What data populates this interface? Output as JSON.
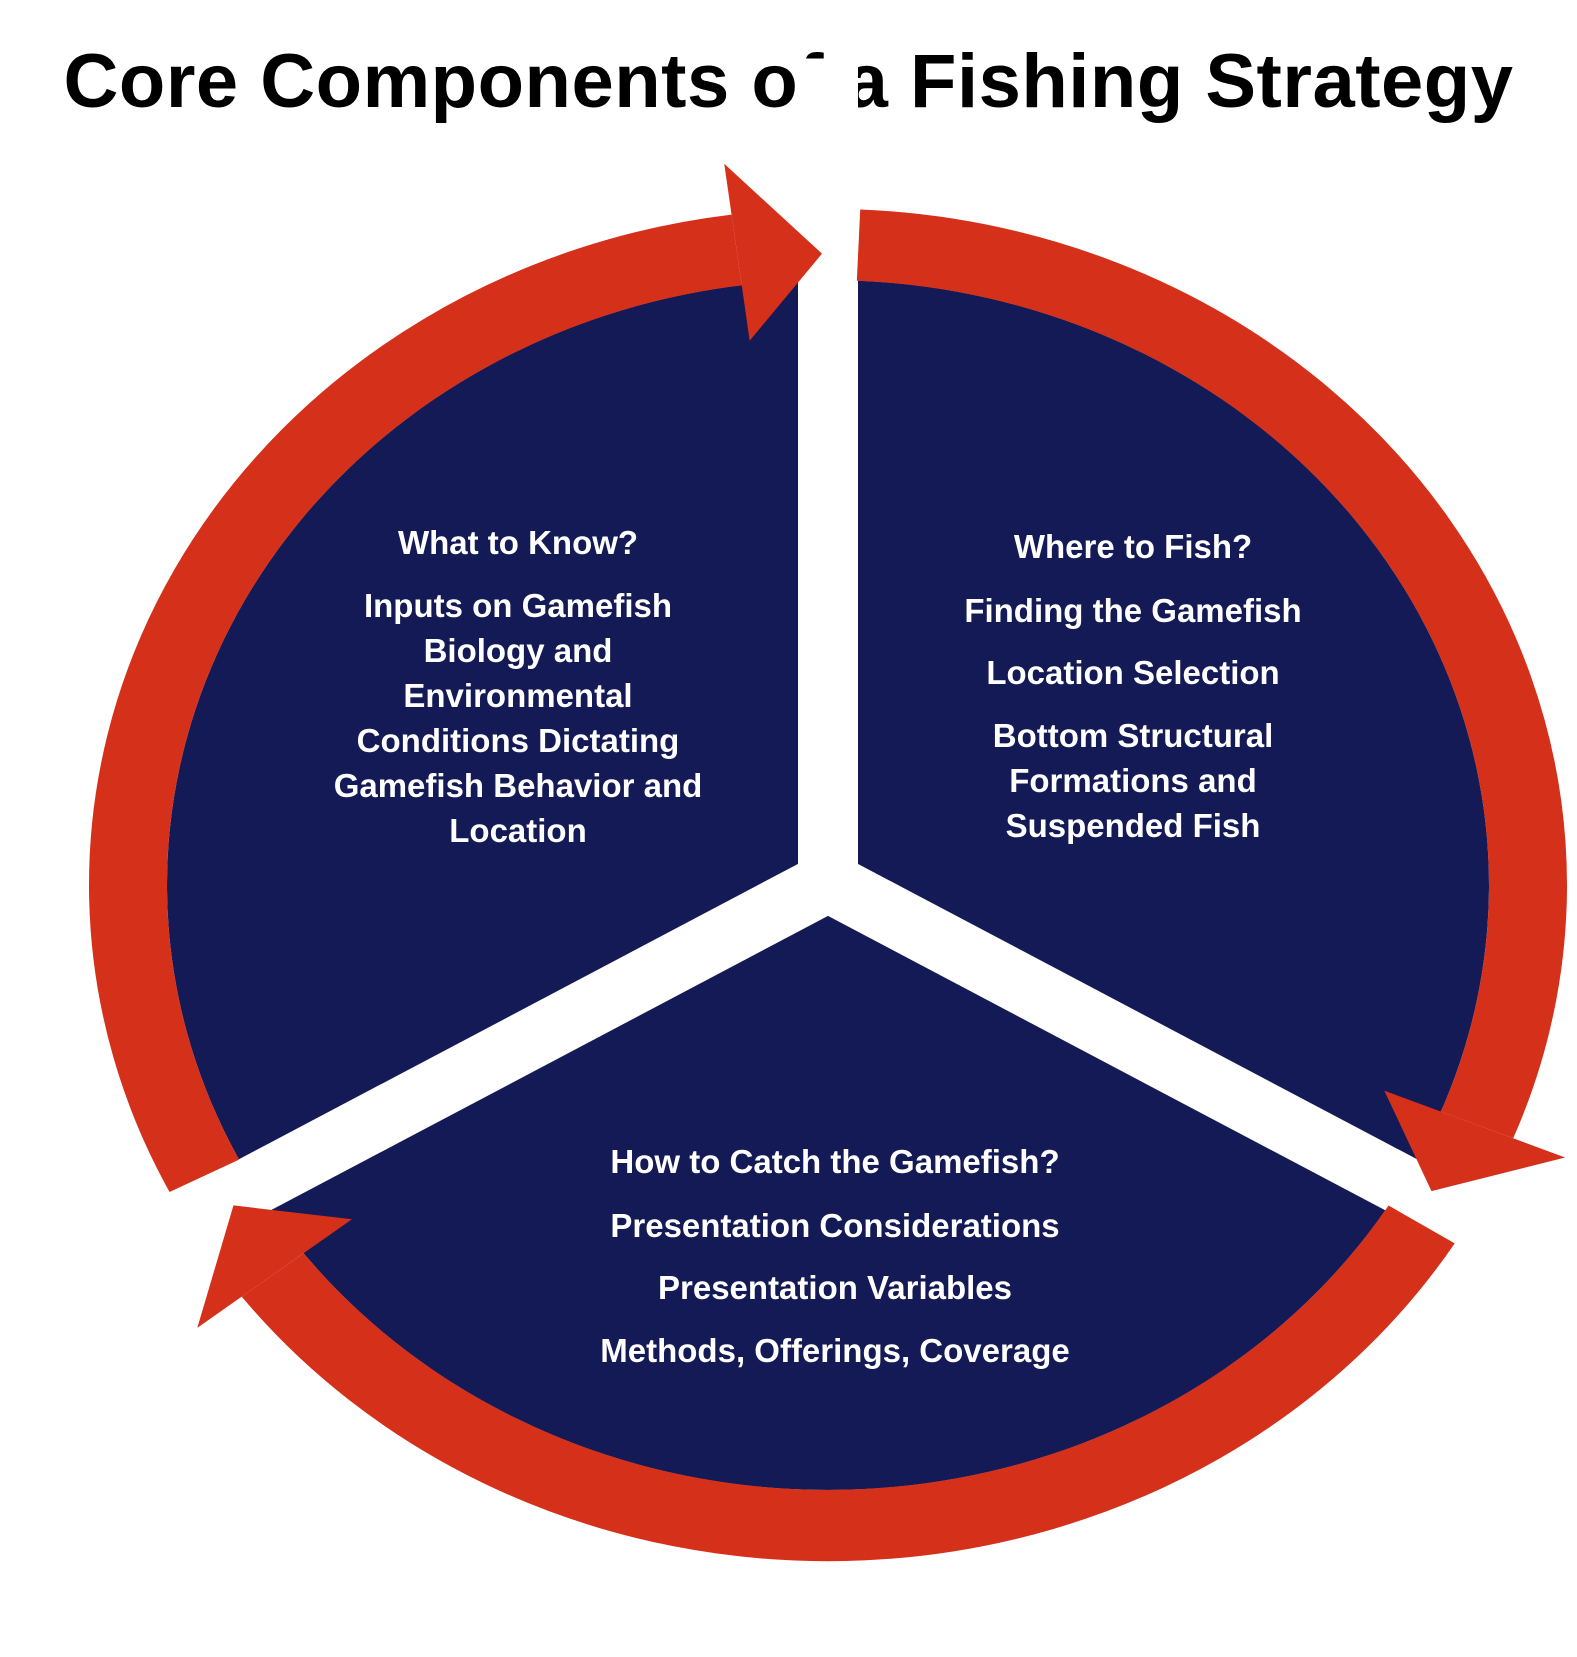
{
  "title": "Core Components of a Fishing Strategy",
  "colors": {
    "navy": "#141a55",
    "red": "#d5301a",
    "background": "#ffffff",
    "text": "#ffffff"
  },
  "segments": [
    {
      "id": "what",
      "heading": "What to Know?",
      "lines": [
        "Inputs on Gamefish",
        "Biology and",
        "Environmental",
        "Conditions  Dictating",
        "Gamefish Behavior and",
        "Location"
      ]
    },
    {
      "id": "where",
      "heading": "Where to Fish?",
      "lines": [
        "Finding  the Gamefish",
        "Location Selection",
        "Bottom Structural",
        "Formations and",
        "Suspended Fish"
      ]
    },
    {
      "id": "how",
      "heading": "How to Catch the Gamefish?",
      "lines": [
        "Presentation Considerations",
        "Presentation Variables",
        "Methods, Offerings, Coverage"
      ]
    }
  ],
  "cycle_arrows": [
    "arrow-what-to-where",
    "arrow-where-to-how",
    "arrow-how-to-what"
  ]
}
